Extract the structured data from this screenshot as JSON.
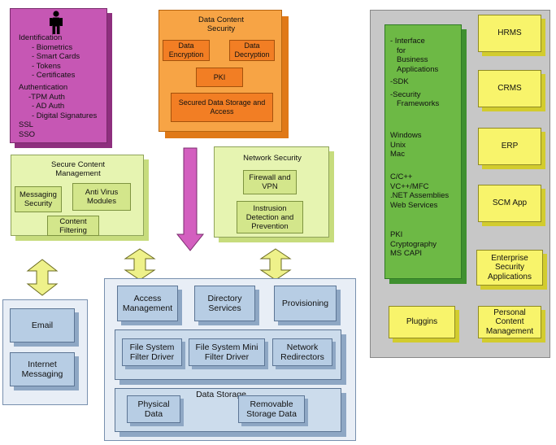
{
  "identity": {
    "icon": "person-icon",
    "identification": {
      "title": "Identification",
      "items": [
        "- Biometrics",
        "- Smart Cards",
        "- Tokens",
        "- Certificates"
      ]
    },
    "authentication": {
      "title": "Authentication",
      "items": [
        "-TPM Auth",
        "- AD Auth",
        "- Digital Signatures"
      ]
    },
    "ssl": "SSL",
    "sso": "SSO"
  },
  "data_content_security": {
    "title": "Data Content Security",
    "encryption": "Data Encryption",
    "decryption": "Data Decryption",
    "pki": "PKI",
    "storage": "Secured Data Storage and Access"
  },
  "secure_content": {
    "title": "Secure Content Management",
    "messaging": "Messaging Security",
    "antivirus": "Anti Virus Modules",
    "filtering": "Content Filtering"
  },
  "network_security": {
    "title": "Network Security",
    "firewall": "Firewall and VPN",
    "ids": "Instrusion Detection and Prevention"
  },
  "messaging_panel": {
    "email": "Email",
    "internet": "Internet Messaging"
  },
  "services_panel": {
    "access": "Access Management",
    "directory": "Directory Services",
    "provisioning": "Provisioning",
    "fs_filter": "File System Filter Driver",
    "fs_mini": "File System Mini Filter Driver",
    "net_redir": "Network Redirectors",
    "storage_title": "Data Storage",
    "physical": "Physical Data",
    "removable": "Removable Storage Data"
  },
  "platform": {
    "interface_items": [
      "- Interface",
      "for",
      "Business",
      "Applications",
      "-SDK",
      "-Security",
      "Frameworks"
    ],
    "os": [
      "Windows",
      "Unix",
      "Mac"
    ],
    "languages": [
      "C/C++",
      "VC++/MFC",
      ".NET Assemblies",
      "Web Services"
    ],
    "crypto": [
      "PKI",
      "Cryptography",
      "MS CAPI"
    ]
  },
  "apps": {
    "hrms": "HRMS",
    "crms": "CRMS",
    "erp": "ERP",
    "scm": "SCM App",
    "enterprise": "Enterprise Security Applications",
    "pluggins": "Pluggins",
    "personal": "Personal Content Management"
  },
  "colors": {
    "identity": "#c657b4",
    "data_security": "#f7a445",
    "content_green": "#e6f4b1",
    "services_blue": "#b7cde4",
    "platform_green": "#6db945",
    "apps_yellow": "#f8f46b",
    "panel_grey": "#c7c7c7",
    "arrow_pink": "#d35fbf",
    "arrow_yellow": "#eef18a"
  }
}
